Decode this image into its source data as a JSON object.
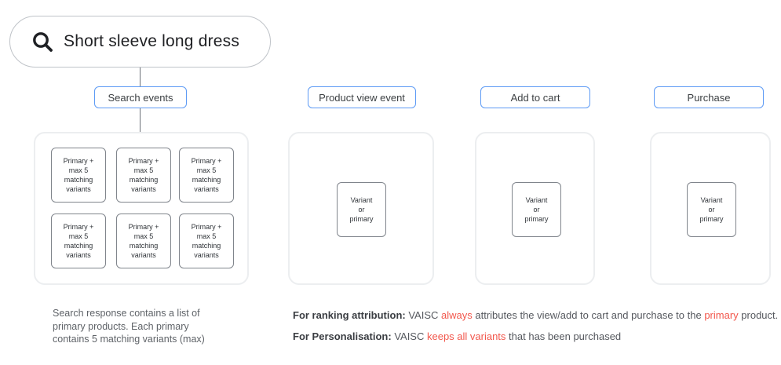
{
  "search_bar": {
    "query": "Short sleeve long dress",
    "icon": "magnifier"
  },
  "columns": [
    {
      "label": "Search events",
      "items": [
        "Primary +\nmax 5\nmatching\nvariants",
        "Primary +\nmax 5\nmatching\nvariants",
        "Primary +\nmax 5\nmatching\nvariants",
        "Primary +\nmax 5\nmatching\nvariants",
        "Primary +\nmax 5\nmatching\nvariants",
        "Primary +\nmax 5\nmatching\nvariants"
      ]
    },
    {
      "label": "Product view event",
      "items": [
        "Variant\nor\nprimary"
      ]
    },
    {
      "label": "Add to cart",
      "items": [
        "Variant\nor\nprimary"
      ]
    },
    {
      "label": "Purchase",
      "items": [
        "Variant\nor\nprimary"
      ]
    }
  ],
  "captions": {
    "search_note": "Search response contains a list of\nprimary products. Each primary\ncontains 5 matching variants (max)",
    "ranking": {
      "segments": [
        {
          "text": "For ranking attribution:",
          "style": "bold"
        },
        {
          "text": " VAISC ",
          "style": "normal"
        },
        {
          "text": "always",
          "style": "red"
        },
        {
          "text": " attributes the view/add to cart and purchase to the ",
          "style": "normal"
        },
        {
          "text": "primary",
          "style": "red"
        },
        {
          "text": " product.",
          "style": "normal"
        }
      ]
    },
    "personalisation": {
      "segments": [
        {
          "text": "For Personalisation:",
          "style": "bold"
        },
        {
          "text": " VAISC ",
          "style": "normal"
        },
        {
          "text": "keeps all variants",
          "style": "red"
        },
        {
          "text": " that has been purchased",
          "style": "normal"
        }
      ]
    }
  },
  "colors": {
    "accent_blue": "#5e9bf5",
    "alert_red": "#f2574c",
    "container_border": "#eceef0",
    "box_border": "#80858c",
    "text_dark": "#202124",
    "text_gray": "#5f6368"
  }
}
